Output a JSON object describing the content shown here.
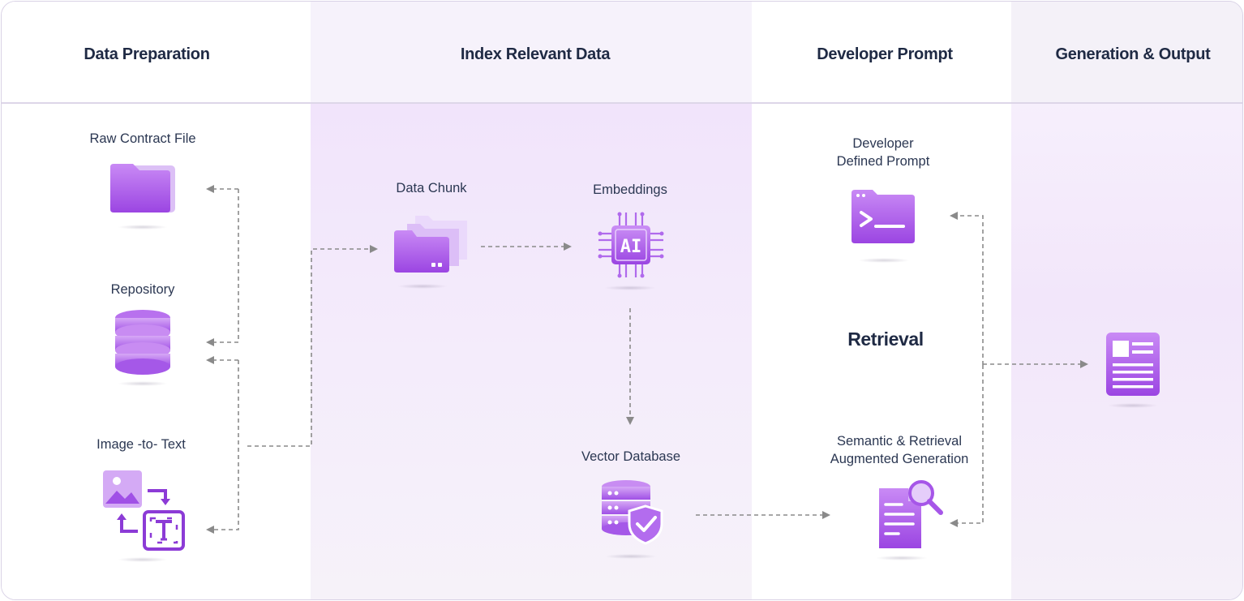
{
  "columns": {
    "data_preparation": "Data  Preparation",
    "index_relevant_data": "Index Relevant Data",
    "developer_prompt": "Developer Prompt",
    "generation_output": "Generation & Output"
  },
  "nodes": {
    "raw_contract_file": "Raw Contract File",
    "repository": "Repository",
    "image_to_text": "Image -to- Text",
    "data_chunk": "Data Chunk",
    "embeddings": "Embeddings",
    "vector_database": "Vector Database",
    "developer_defined_prompt_line1": "Developer",
    "developer_defined_prompt_line2": "Defined Prompt",
    "retrieval": "Retrieval",
    "semantic_line1": "Semantic & Retrieval",
    "semantic_line2": "Augmented Generation"
  },
  "icons": {
    "raw_contract_file": "folder-icon",
    "repository": "database-icon",
    "image_to_text": "image-to-text-icon",
    "data_chunk": "stacked-folders-icon",
    "embeddings": "ai-chip-icon",
    "vector_database": "secure-database-icon",
    "developer_prompt": "terminal-window-icon",
    "semantic_retrieval": "document-search-icon",
    "output": "document-layout-icon"
  },
  "colors": {
    "accent": "#a656e8",
    "accent_light": "#d9b3f7",
    "heading": "#1f2a44",
    "arrow": "#8a8a8a"
  }
}
